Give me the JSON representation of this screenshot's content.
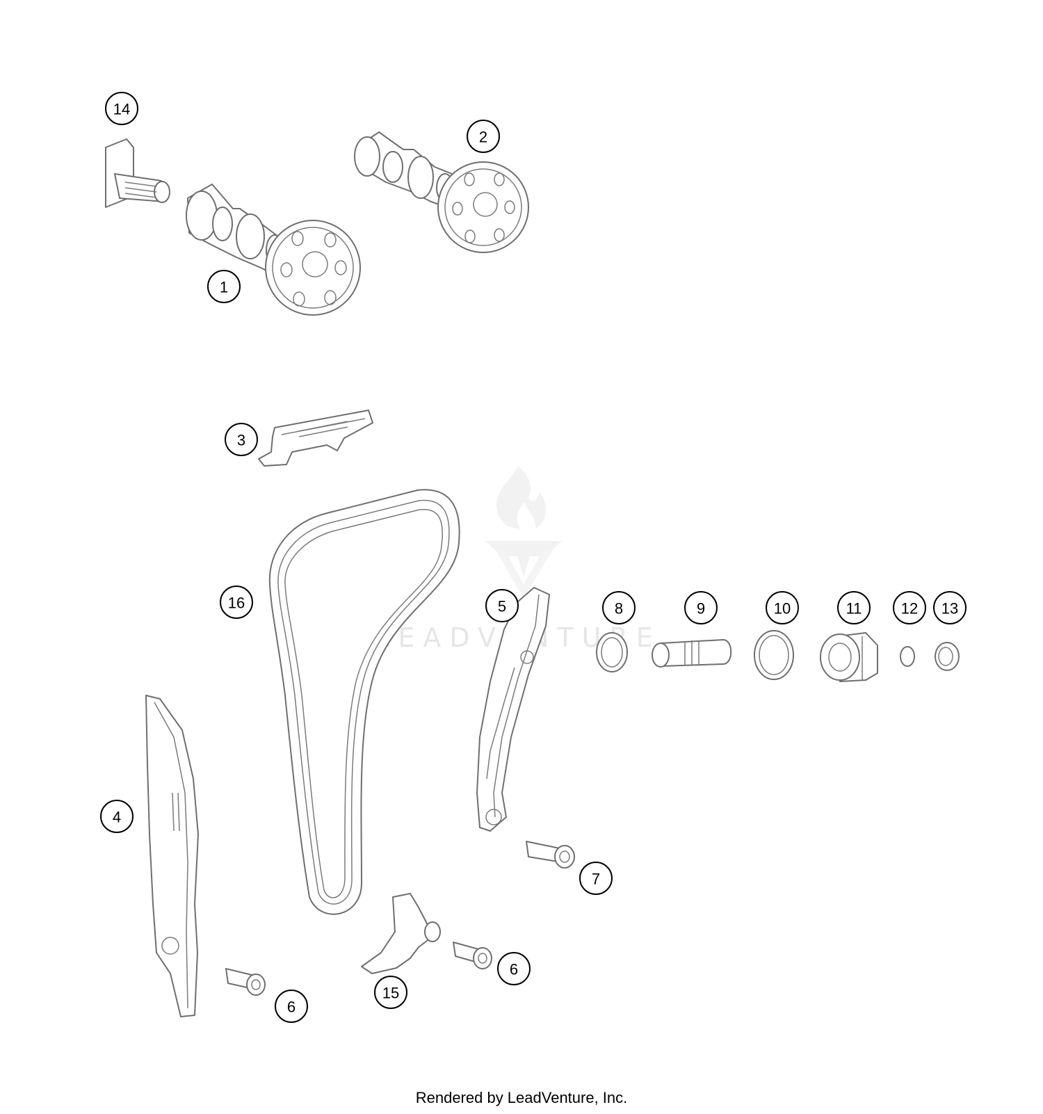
{
  "watermark": {
    "text": "LEADVENTURE",
    "logo_icon": "leadventure-flame-v-logo"
  },
  "callouts": [
    {
      "id": "callout-14",
      "label": "14"
    },
    {
      "id": "callout-2",
      "label": "2"
    },
    {
      "id": "callout-1",
      "label": "1"
    },
    {
      "id": "callout-3",
      "label": "3"
    },
    {
      "id": "callout-16",
      "label": "16"
    },
    {
      "id": "callout-5",
      "label": "5"
    },
    {
      "id": "callout-8",
      "label": "8"
    },
    {
      "id": "callout-9",
      "label": "9"
    },
    {
      "id": "callout-10",
      "label": "10"
    },
    {
      "id": "callout-11",
      "label": "11"
    },
    {
      "id": "callout-12",
      "label": "12"
    },
    {
      "id": "callout-13",
      "label": "13"
    },
    {
      "id": "callout-4",
      "label": "4"
    },
    {
      "id": "callout-7",
      "label": "7"
    },
    {
      "id": "callout-6-right",
      "label": "6"
    },
    {
      "id": "callout-15",
      "label": "15"
    },
    {
      "id": "callout-6-left",
      "label": "6"
    }
  ],
  "footer": {
    "text": "Rendered by LeadVenture, Inc."
  }
}
